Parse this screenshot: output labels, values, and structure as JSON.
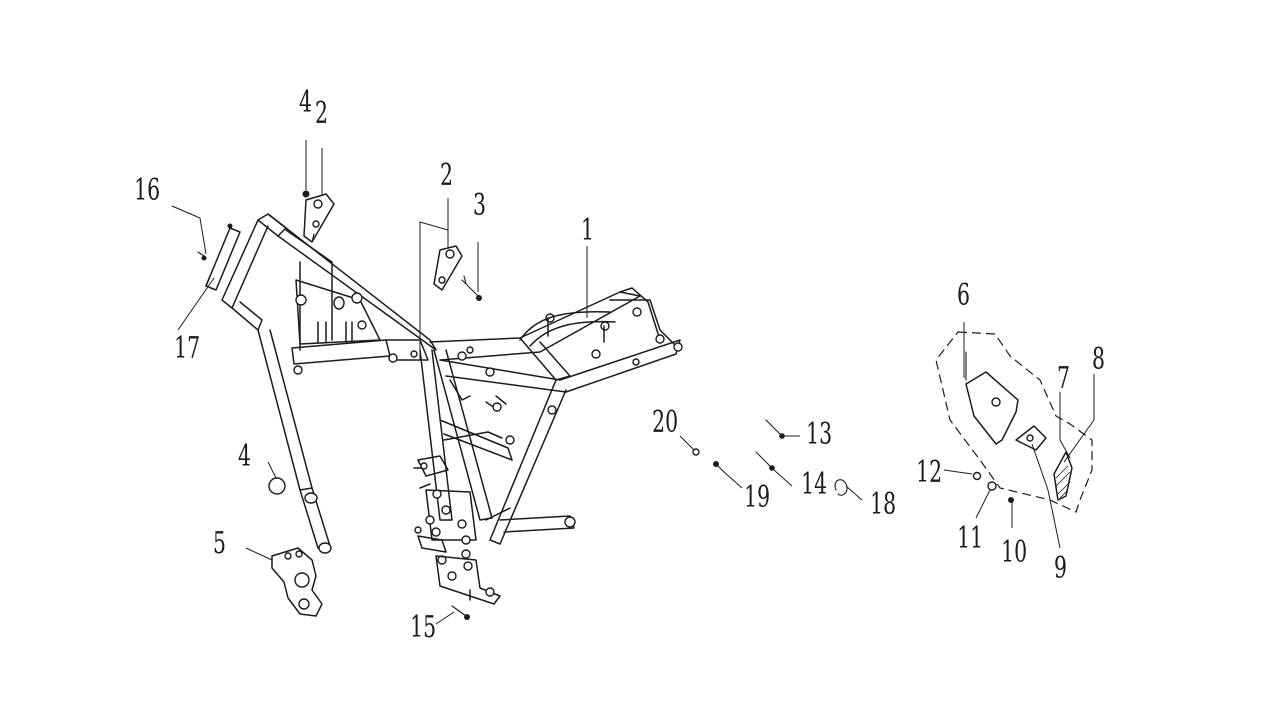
{
  "diagram": {
    "labels": {
      "l1": "1",
      "l2a": "2",
      "l2b": "2",
      "l3": "3",
      "l4a": "4",
      "l4b": "4",
      "l5": "5",
      "l6": "6",
      "l7": "7",
      "l8": "8",
      "l9": "9",
      "l10": "10",
      "l11": "11",
      "l12": "12",
      "l13": "13",
      "l14": "14",
      "l15": "15",
      "l16": "16",
      "l17": "17",
      "l18": "18",
      "l19": "19",
      "l20": "20"
    }
  }
}
